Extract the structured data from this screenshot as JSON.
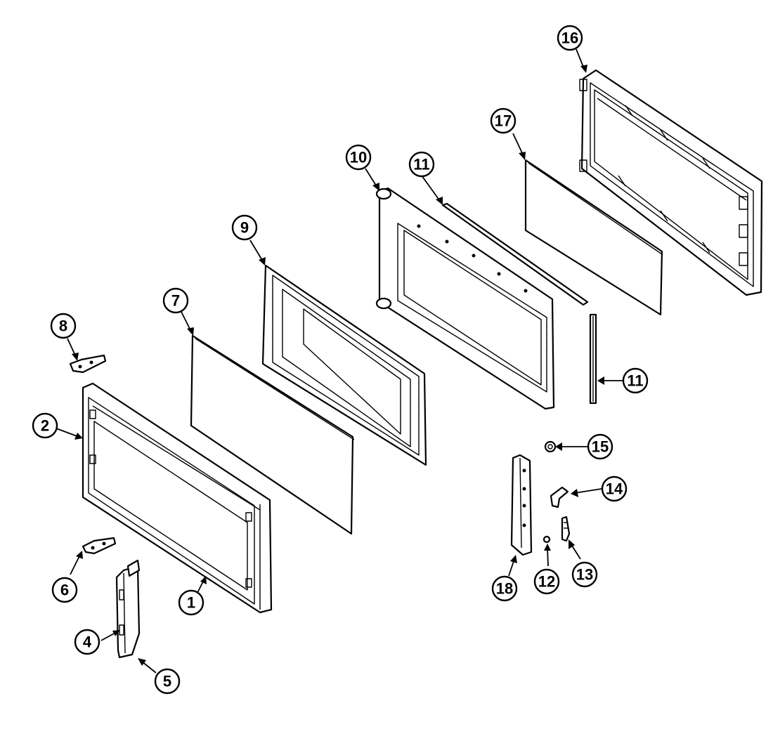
{
  "callouts": {
    "c1": "1",
    "c2": "2",
    "c4": "4",
    "c5": "5",
    "c6": "6",
    "c7": "7",
    "c8": "8",
    "c9": "9",
    "c10": "10",
    "c11a": "11",
    "c11b": "11",
    "c12": "12",
    "c13": "13",
    "c14": "14",
    "c15": "15",
    "c16": "16",
    "c17": "17",
    "c18": "18"
  },
  "colors": {
    "line": "#000000",
    "background": "#ffffff"
  }
}
